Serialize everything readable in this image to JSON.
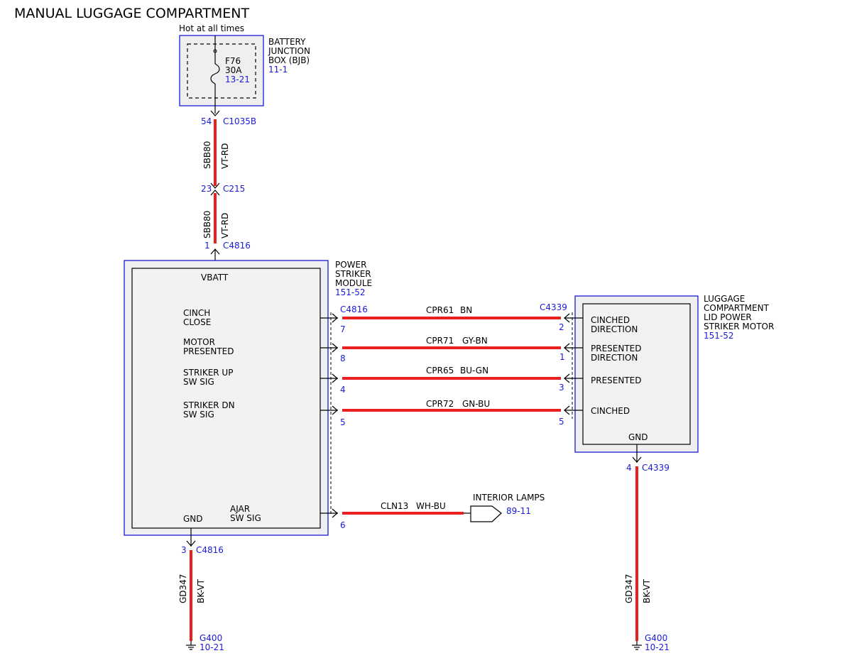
{
  "title": "MANUAL LUGGAGE COMPARTMENT",
  "colors": {
    "wire": "#e8201e",
    "ref": "#1a1adb",
    "box_fill": "#efefef"
  },
  "bjb": {
    "hot_label": "Hot at all times",
    "name_lines": [
      "BATTERY",
      "JUNCTION",
      "BOX (BJB)"
    ],
    "ref": "11-1",
    "fuse": {
      "id": "F76",
      "rating": "30A",
      "ref": "13-21"
    }
  },
  "power_feed": {
    "pin_bjb": "54",
    "conn_bjb": "C1035B",
    "pin_mid": "23",
    "conn_mid": "C215",
    "pin_module": "1",
    "conn_module": "C4816",
    "segments": [
      {
        "circuit": "SBB80",
        "color": "VT-RD"
      },
      {
        "circuit": "SBB80",
        "color": "VT-RD"
      }
    ]
  },
  "module": {
    "name_lines": [
      "POWER",
      "STRIKER",
      "MODULE"
    ],
    "ref": "151-52",
    "vbatt": "VBATT",
    "gnd": "GND",
    "signals": [
      [
        "CINCH",
        "CLOSE"
      ],
      [
        "MOTOR",
        "PRESENTED"
      ],
      [
        "STRIKER UP",
        "SW SIG"
      ],
      [
        "STRIKER DN",
        "SW SIG"
      ]
    ],
    "ajar": [
      "AJAR",
      "SW SIG"
    ]
  },
  "motor": {
    "name_lines": [
      "LUGGAGE",
      "COMPARTMENT",
      "LID POWER",
      "STRIKER MOTOR"
    ],
    "ref": "151-52",
    "gnd": "GND",
    "signals": [
      [
        "CINCHED",
        "DIRECTION"
      ],
      [
        "PRESENTED",
        "DIRECTION"
      ],
      [
        "PRESENTED"
      ],
      [
        "CINCHED"
      ]
    ]
  },
  "signal_wires": {
    "conn_left": "C4816",
    "conn_right": "C4339",
    "rows": [
      {
        "circuit": "CPR61",
        "color": "BN",
        "pin_left": "7",
        "pin_right": "2"
      },
      {
        "circuit": "CPR71",
        "color": "GY-BN",
        "pin_left": "8",
        "pin_right": "1"
      },
      {
        "circuit": "CPR65",
        "color": "BU-GN",
        "pin_left": "4",
        "pin_right": "3"
      },
      {
        "circuit": "CPR72",
        "color": "GN-BU",
        "pin_left": "5",
        "pin_right": "5"
      }
    ]
  },
  "ajar_wire": {
    "circuit": "CLN13",
    "color": "WH-BU",
    "pin": "6",
    "dest_label": "INTERIOR LAMPS",
    "dest_ref": "89-11"
  },
  "module_ground": {
    "pin": "3",
    "conn": "C4816",
    "circuit": "GD347",
    "color": "BK-VT",
    "ground": "G400",
    "ground_ref": "10-21"
  },
  "motor_ground": {
    "pin": "4",
    "conn": "C4339",
    "circuit": "GD347",
    "color": "BK-VT",
    "ground": "G400",
    "ground_ref": "10-21"
  }
}
